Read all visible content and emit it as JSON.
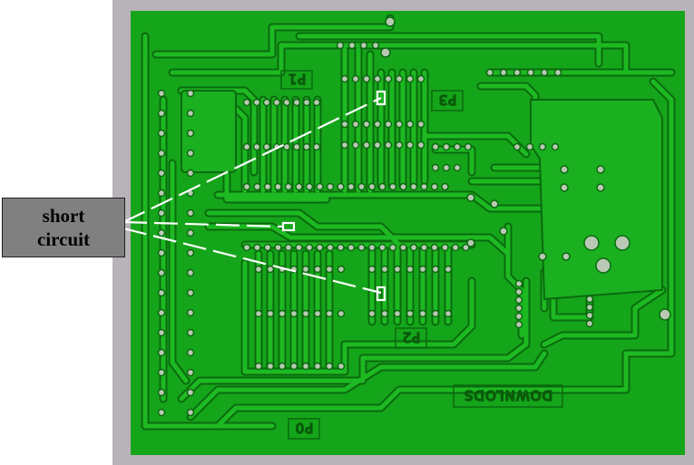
{
  "callout": {
    "line1": "short",
    "line2": "circuit"
  },
  "board_labels": {
    "p0": "P0",
    "p1": "P1",
    "p2": "P2",
    "p3": "P3",
    "logo": "DOWNLODS"
  },
  "colors": {
    "background": "#ffffff",
    "frame": "#b8b3b8",
    "board": "#15a51a",
    "trace": "#1db922",
    "gap": "#0b6a0e",
    "pad": "#b9c9b4",
    "callout_fill": "#808080",
    "pointer": "#ffffff"
  }
}
